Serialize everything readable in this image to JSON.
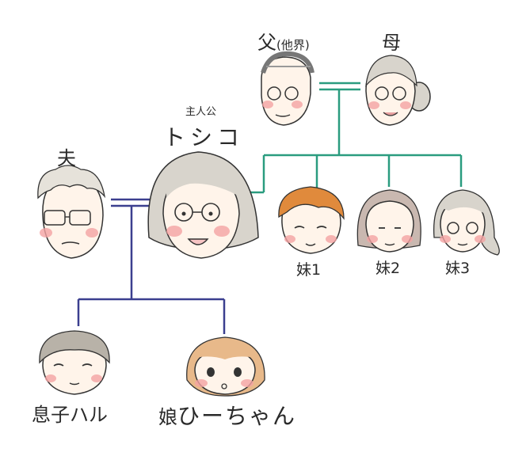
{
  "labels": {
    "father": "父",
    "father_note": "(他界)",
    "mother": "母",
    "protagonist_note": "主人公",
    "protagonist": "トシコ",
    "husband": "夫",
    "sister1": "妹1",
    "sister2": "妹2",
    "sister3": "妹3",
    "son": "息子ハル",
    "daughter_prefix": "娘",
    "daughter_name": "ひーちゃん"
  },
  "colors": {
    "parents_line": "#2a9c7f",
    "couple_line": "#3b3f8f",
    "cheek": "#f4a3a3",
    "skin": "#fff4ea",
    "outline": "#333333"
  }
}
